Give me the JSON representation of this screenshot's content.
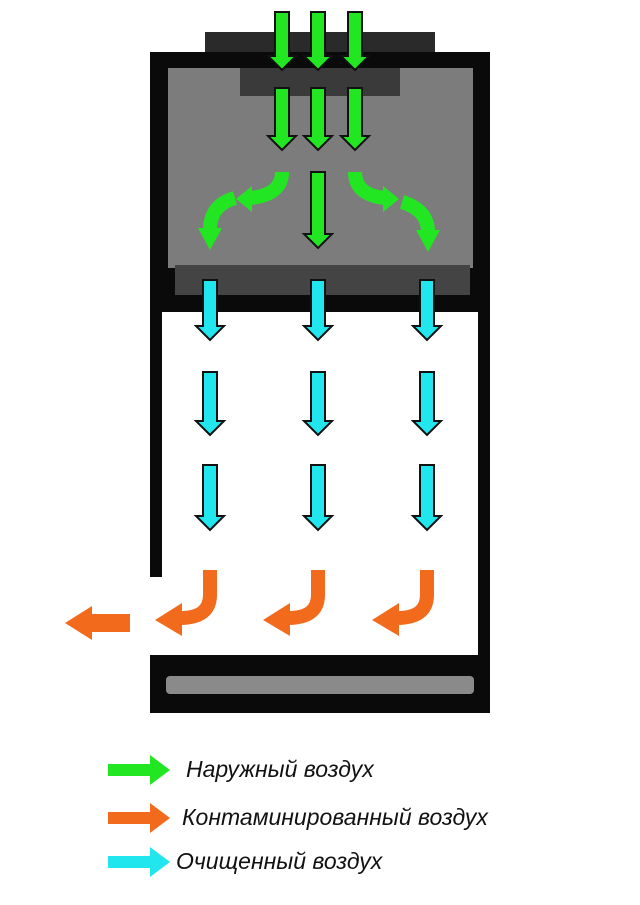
{
  "colors": {
    "outside_air": "#22e622",
    "contaminated_air": "#f26a1b",
    "clean_air": "#22e6ee",
    "cabinet": "#0a0a0a",
    "housing": "#7c7c7c"
  },
  "legend": [
    {
      "icon": "green-arrow-icon",
      "label": "Наружный воздух"
    },
    {
      "icon": "orange-arrow-icon",
      "label": "Контаминированный воздух"
    },
    {
      "icon": "cyan-arrow-icon",
      "label": "Очищенный воздух"
    }
  ]
}
